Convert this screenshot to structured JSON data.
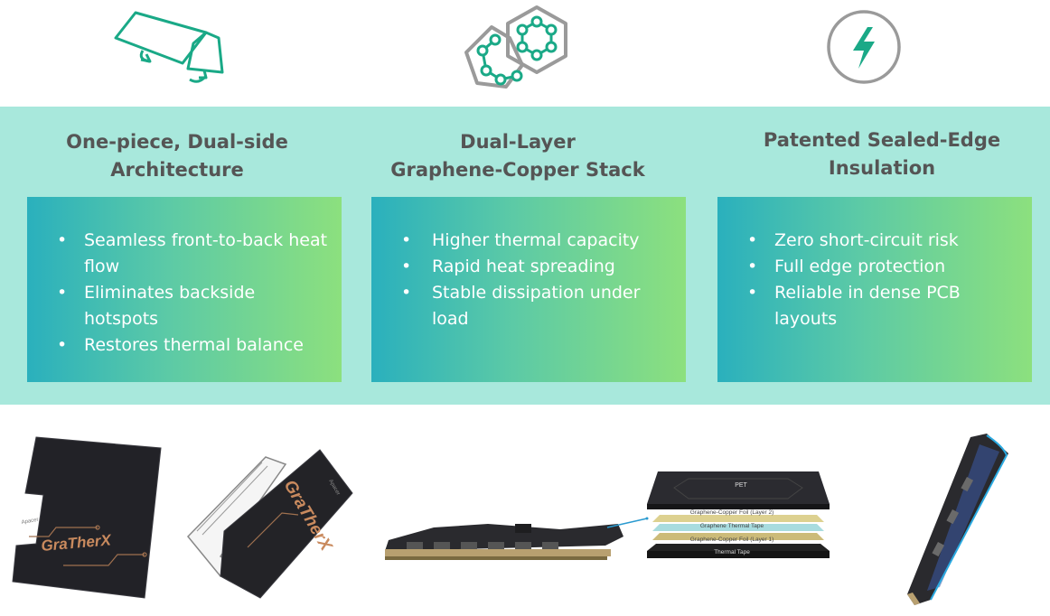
{
  "features": [
    {
      "icon": "dual-side-board-icon",
      "title_line1": "One-piece, Dual-side",
      "title_line2": "Architecture",
      "bullets": [
        "Seamless front-to-back heat flow",
        "Eliminates backside hotspots",
        "Restores thermal balance"
      ]
    },
    {
      "icon": "graphene-hexagon-icon",
      "title_line1": "Dual-Layer",
      "title_line2": "Graphene-Copper Stack",
      "bullets": [
        "Higher thermal capacity",
        "Rapid heat spreading",
        "Stable dissipation under load"
      ]
    },
    {
      "icon": "lightning-bolt-icon",
      "title_line1": "Patented Sealed-Edge",
      "title_line2": "Insulation",
      "bullets": [
        "Zero short-circuit risk",
        "Full edge protection",
        "Reliable in dense PCB layouts"
      ]
    }
  ],
  "product": {
    "brand": "GraTherX",
    "small_brand": "Apacer"
  },
  "stack_layers": [
    "PET",
    "Graphene-Copper Foil (Layer 2)",
    "Graphene Thermal Tape",
    "Graphene-Copper Foil (Layer 1)",
    "Thermal Tape"
  ],
  "colors": {
    "band": "#a8e8dc",
    "accent_green": "#1aa987",
    "card_gradient_start": "#2ab0bd",
    "card_gradient_end": "#8ce07e",
    "title_text": "#555555"
  }
}
